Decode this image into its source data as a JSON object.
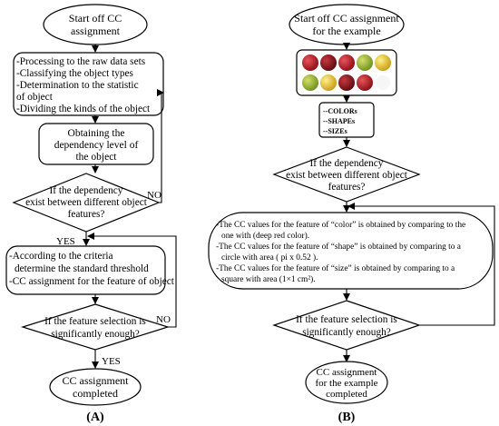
{
  "panel_a": {
    "caption": "(A)",
    "start": [
      "Start off CC",
      "assignment"
    ],
    "process": [
      "-Processing to the raw data sets",
      "-Classifying the object types",
      "-Determination to the statistic",
      " of object",
      "-Dividing the kinds of the object"
    ],
    "dependency_level": [
      "Obtaining the",
      "dependency level of",
      "the object"
    ],
    "decision_dependency": [
      "If the dependency",
      "exist between different object",
      "features?"
    ],
    "label_no_1": "NO",
    "label_yes_1": "YES",
    "criteria": [
      "-According to the criteria",
      "determine the standard threshold",
      "-CC assignment for the feature of object"
    ],
    "decision_selection": [
      "If the feature selection is",
      "significantly enough?"
    ],
    "label_no_2": "NO",
    "label_yes_2": "YES",
    "end": [
      "CC assignment",
      "completed"
    ]
  },
  "panel_b": {
    "caption": "(B)",
    "start": [
      "Start off CC assignment",
      "for the example"
    ],
    "attributes": [
      "--COLORs",
      "--SHAPEs",
      "--SIZEs"
    ],
    "decision_dependency": [
      "If the dependency",
      "exist between different object",
      "features?"
    ],
    "cc_values": [
      "-The CC values for the feature of “color” is obtained by comparing to the",
      "one with (deep red color).",
      "-The CC values for the feature of “shape” is obtained by comparing to a",
      "circle with area ( pi x 0.52 ).",
      "-The CC values for the feature of “size” is obtained by comparing to a",
      "square with area (1×1 cm²)."
    ],
    "decision_selection": [
      "If the feature selection is",
      "significantly enough?"
    ],
    "end": [
      "CC assignment",
      "for the example",
      "completed"
    ]
  },
  "colors": {
    "line": "#000000",
    "fill": "#ffffff",
    "apple_red": "#b3121c",
    "apple_dark_red": "#8a0d14",
    "apple_green": "#9ab52a",
    "apple_yellow": "#e6c21f"
  }
}
